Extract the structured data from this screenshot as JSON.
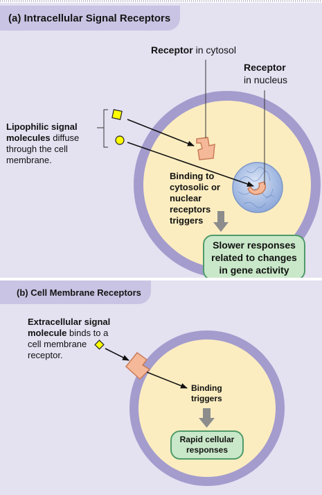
{
  "panel_a": {
    "title": "(a) Intracellular Signal Receptors",
    "receptor_cytosol": {
      "bold": "Receptor",
      "rest": "in cytosol"
    },
    "receptor_nucleus": {
      "bold": "Receptor",
      "rest": "in nucleus"
    },
    "lipophilic": {
      "line1_bold": "Lipophilic signal",
      "line2_bold": "molecules",
      "line2_rest": "diffuse",
      "line3": "through the cell",
      "line4": "membrane."
    },
    "binding": [
      "Binding to",
      "cytosolic or",
      "nuclear",
      "receptors",
      "triggers"
    ],
    "response": [
      "Slower responses",
      "related to changes",
      "in gene activity"
    ]
  },
  "panel_b": {
    "title": "(b) Cell Membrane Receptors",
    "extracellular": {
      "line1_bold": "Extracellular signal",
      "line2_bold": "molecule",
      "line2_rest": "binds to a",
      "line3": "cell membrane",
      "line4": "receptor."
    },
    "binding": [
      "Binding",
      "triggers"
    ],
    "response": [
      "Rapid cellular",
      "responses"
    ]
  },
  "colors": {
    "background": "#e4e1f1",
    "title_band": "#c9c4e3",
    "membrane": "#a49ccd",
    "cytosol": "#fbedc0",
    "nucleus": "#a9bfe5",
    "receptor": "#f5b999",
    "ligand_square": "#ffff00",
    "ligand_circle": "#ffff00",
    "response_box": "#c9e8c9",
    "response_border": "#4f9a6a",
    "gray_arrow": "#8c8c8c"
  }
}
